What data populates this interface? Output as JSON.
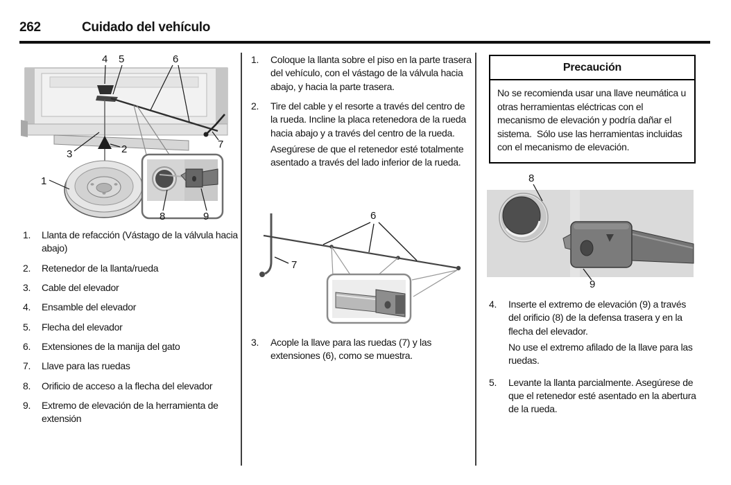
{
  "header": {
    "page_number": "262",
    "chapter_title": "Cuidado del vehículo"
  },
  "left_column": {
    "legend": [
      {
        "num": "1.",
        "text": "Llanta de refacción (Vástago de la válvula hacia abajo)"
      },
      {
        "num": "2.",
        "text": "Retenedor de la llanta/rueda"
      },
      {
        "num": "3.",
        "text": "Cable del elevador"
      },
      {
        "num": "4.",
        "text": "Ensamble del elevador"
      },
      {
        "num": "5.",
        "text": "Flecha del elevador"
      },
      {
        "num": "6.",
        "text": "Extensiones de la manija del gato"
      },
      {
        "num": "7.",
        "text": "Llave para las ruedas"
      },
      {
        "num": "8.",
        "text": "Orificio de acceso a la flecha del elevador"
      },
      {
        "num": "9.",
        "text": "Extremo de elevación de la herramienta de extensión"
      }
    ]
  },
  "middle_column": {
    "steps": [
      {
        "num": "1.",
        "text": "Coloque la llanta sobre el piso en la parte trasera del vehículo, con el vástago de la válvula hacia abajo, y hacia la parte trasera."
      },
      {
        "num": "2.",
        "text": "Tire del cable y el resorte a través del centro de la rueda. Incline la placa retenedora de la rueda hacia abajo y a través del centro de la rueda.",
        "note": "Asegúrese de que el retenedor esté totalmente asentado a través del lado inferior de la rueda."
      },
      {
        "num": "3.",
        "text": "Acople la llave para las ruedas (7) y las extensiones (6), como se muestra."
      }
    ]
  },
  "right_column": {
    "caution": {
      "title": "Precaución",
      "body": "No se recomienda usar una llave neumática u otras herramientas eléctricas con el mecanismo de elevación y podría dañar el sistema.  Sólo use las herramientas incluidas con el mecanismo de elevación."
    },
    "steps": [
      {
        "num": "4.",
        "text": "Inserte el extremo de elevación (9) a través del orificio (8) de la defensa trasera y en la flecha del elevador.",
        "note": "No use el extremo afilado de la llave para las ruedas."
      },
      {
        "num": "5.",
        "text": "Levante la llanta parcialmente. Asegúrese de que el retenedor esté asentado en la abertura de la rueda."
      }
    ]
  },
  "figures": {
    "fig1": {
      "labels": [
        "1",
        "2",
        "3",
        "4",
        "5",
        "6",
        "7",
        "8",
        "9"
      ]
    },
    "fig2": {
      "labels": [
        "6",
        "7"
      ]
    },
    "fig3": {
      "labels": [
        "8",
        "9"
      ]
    }
  },
  "colors": {
    "rule": "#101010",
    "divider": "#3f3f3f",
    "illustration_light_gray": "#e8e8e8",
    "illustration_dark_gray": "#6f6f6f"
  }
}
